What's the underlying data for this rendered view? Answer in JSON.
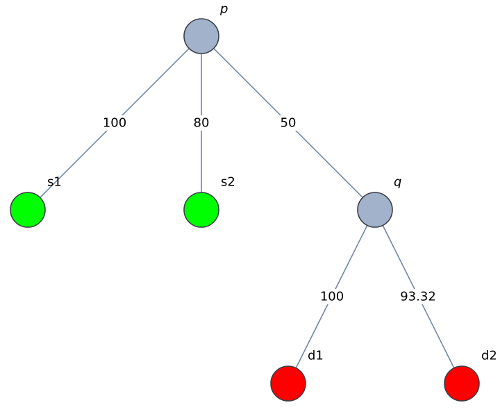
{
  "nodes": [
    {
      "id": "p",
      "label": "p",
      "color": "#a3b2cb",
      "italic": true
    },
    {
      "id": "s1",
      "label": "s1",
      "color": "#00ff00",
      "italic": false
    },
    {
      "id": "s2",
      "label": "s2",
      "color": "#00ff00",
      "italic": false
    },
    {
      "id": "q",
      "label": "q",
      "color": "#a3b2cb",
      "italic": true
    },
    {
      "id": "d1",
      "label": "d1",
      "color": "#ff0000",
      "italic": false
    },
    {
      "id": "d2",
      "label": "d2",
      "color": "#ff0000",
      "italic": false
    }
  ],
  "edges": [
    {
      "from": "p",
      "to": "s1",
      "label": "100"
    },
    {
      "from": "p",
      "to": "s2",
      "label": "80"
    },
    {
      "from": "p",
      "to": "q",
      "label": "50"
    },
    {
      "from": "q",
      "to": "d1",
      "label": "100"
    },
    {
      "from": "q",
      "to": "d2",
      "label": "93.32"
    }
  ],
  "colors": {
    "edge": "#6f86a6",
    "node_stroke": "#3a3f47",
    "internal_node": "#a3b2cb",
    "source_node": "#00ff00",
    "sink_node": "#ff0000"
  }
}
